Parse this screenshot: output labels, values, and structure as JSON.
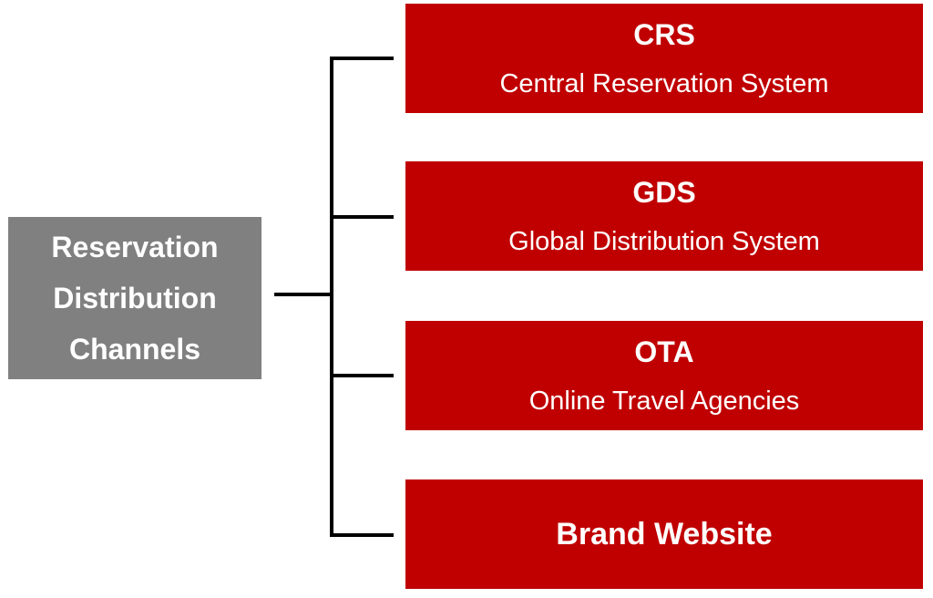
{
  "root": {
    "lines": [
      "Reservation",
      "Distribution",
      "Channels"
    ]
  },
  "channels": [
    {
      "title": "CRS",
      "subtitle": "Central Reservation System"
    },
    {
      "title": "GDS",
      "subtitle": "Global Distribution System"
    },
    {
      "title": "OTA",
      "subtitle": "Online Travel Agencies"
    },
    {
      "title": "Brand Website",
      "subtitle": ""
    }
  ],
  "colors": {
    "root_fill": "#808080",
    "channel_fill": "#c00000",
    "connector": "#000000",
    "text": "#ffffff"
  }
}
